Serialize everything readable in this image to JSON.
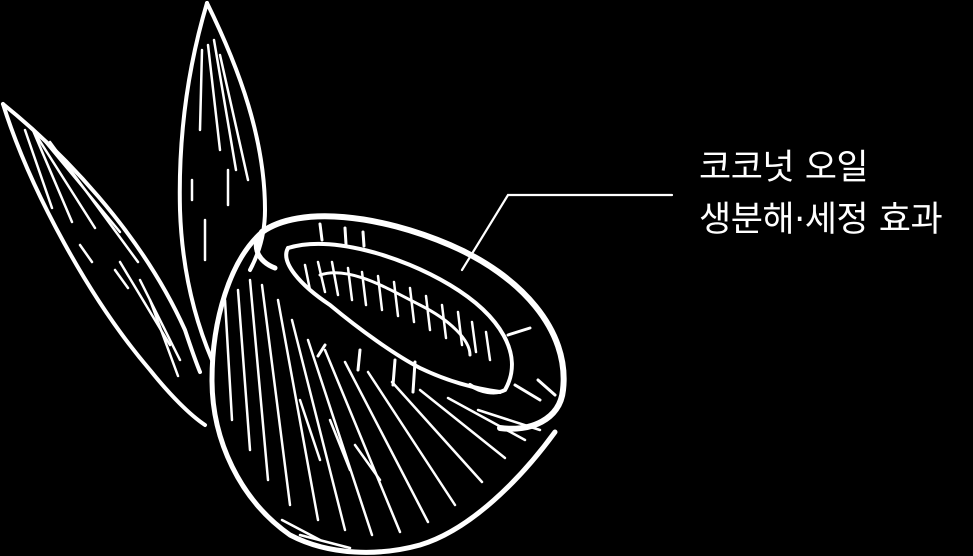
{
  "caption": {
    "line1": "코코넛 오일",
    "line2": "생분해·세정 효과"
  },
  "illustration": {
    "subject": "coconut-half-with-leaves",
    "stroke_color": "#ffffff",
    "background_color": "#000000"
  }
}
